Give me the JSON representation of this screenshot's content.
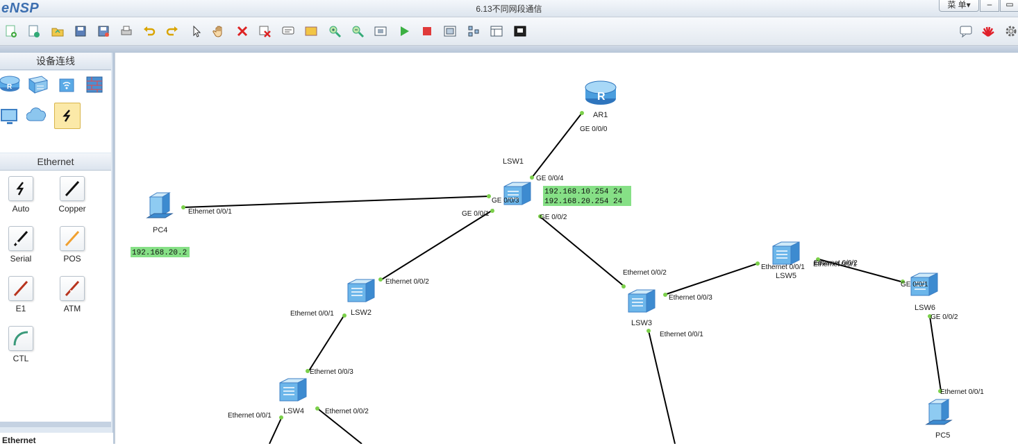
{
  "app": {
    "logo": "eNSP",
    "window_title": "6.13不同网段通信",
    "menu_label": "菜 单▾",
    "minimize": "–",
    "maximize": "▭"
  },
  "sidebar": {
    "device_panel_title": "设备连线",
    "devices": [
      {
        "icon": "router-icon"
      },
      {
        "icon": "switch-icon"
      },
      {
        "icon": "wireless-icon"
      },
      {
        "icon": "firewall-icon"
      },
      {
        "icon": "pc-terminal-icon"
      },
      {
        "icon": "cloud-icon"
      },
      {
        "icon": "connection-icon"
      }
    ],
    "cable_panel_title": "Ethernet",
    "cables": [
      "Auto",
      "Copper",
      "Serial",
      "POS",
      "E1",
      "ATM",
      "CTL"
    ],
    "bottom_tab": "Ethernet"
  },
  "topology": {
    "devices": [
      {
        "name": "AR1",
        "type": "router"
      },
      {
        "name": "LSW1",
        "type": "switch"
      },
      {
        "name": "LSW2",
        "type": "switch"
      },
      {
        "name": "LSW3",
        "type": "switch"
      },
      {
        "name": "LSW4",
        "type": "switch"
      },
      {
        "name": "LSW5",
        "type": "switch"
      },
      {
        "name": "LSW6",
        "type": "switch"
      },
      {
        "name": "PC4",
        "type": "pc"
      },
      {
        "name": "PC5",
        "type": "pc"
      }
    ],
    "port_labels": [
      "GE 0/0/0",
      "GE 0/0/4",
      "GE 0/0/3",
      "Ethernet 0/0/1",
      "GE 0/0/1",
      "Ethernet 0/0/2",
      "GE 0/0/2",
      "Ethernet 0/0/2",
      "Ethernet 0/0/3",
      "Ethernet 0/0/1",
      "Ethernet 0/0/1",
      "Ethernet 0/0/2",
      "GE 0/0/1",
      "GE 0/0/2",
      "Ethernet 0/0/1",
      "Ethernet 0/0/1",
      "Ethernet 0/0/3",
      "Ethernet 0/0/1",
      "Ethernet 0/0/2"
    ],
    "notes": [
      {
        "lines": [
          "192.168.10.254 24",
          "192.168.20.254 24"
        ]
      },
      {
        "lines": [
          "192.168.20.2"
        ]
      }
    ]
  },
  "colors": {
    "link": "#000000",
    "port_dot": "#7bd04a",
    "note_bg": "#86e086",
    "device_blue": "#5aaae6"
  }
}
